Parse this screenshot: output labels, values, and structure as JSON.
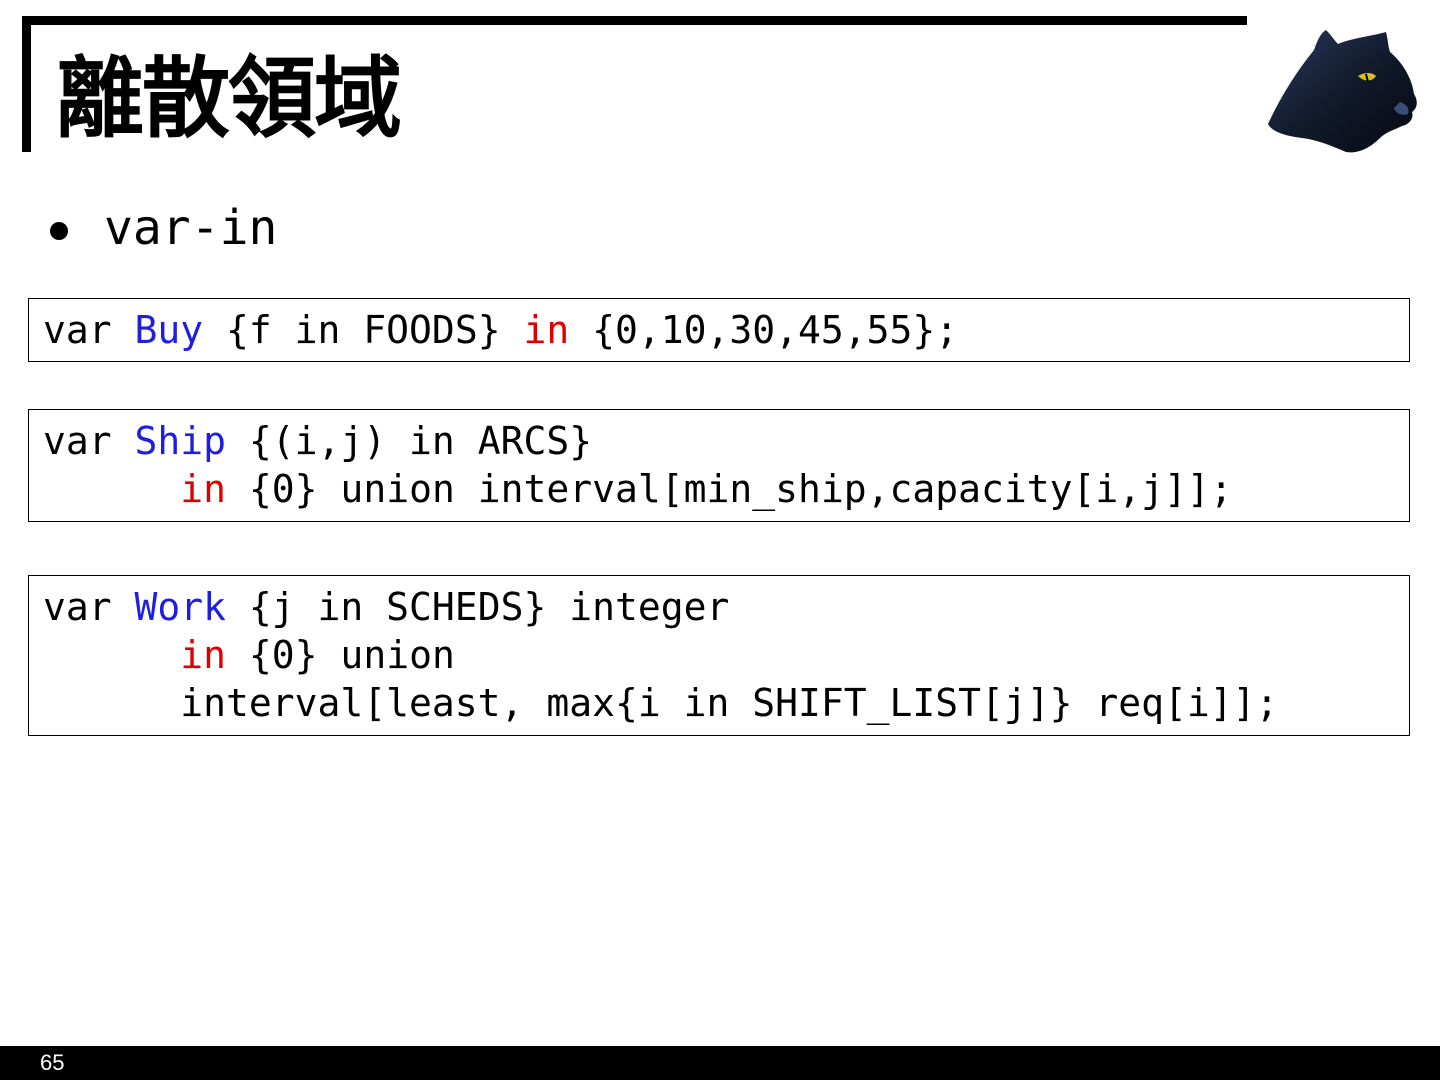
{
  "slide": {
    "title": "離散領域",
    "bullet": "var-in",
    "page_number": "65"
  },
  "code": {
    "box1": {
      "l1_a": "var ",
      "l1_name": "Buy",
      "l1_b": " {f in FOODS} ",
      "l1_in": "in",
      "l1_c": " {0,10,30,45,55};"
    },
    "box2": {
      "l1_a": "var ",
      "l1_name": "Ship",
      "l1_b": " {(i,j) in ARCS}",
      "l2_indent": "      ",
      "l2_in": "in",
      "l2_b": " {0} union interval[min_ship,capacity[i,j]];"
    },
    "box3": {
      "l1_a": "var ",
      "l1_name": "Work",
      "l1_b": " {j in SCHEDS} integer",
      "l2_indent": "      ",
      "l2_in": "in",
      "l2_b": " {0} union",
      "l3": "      interval[least, max{i in SHIFT_LIST[j]} req[i]];"
    }
  },
  "colors": {
    "variable_name": "#1f1fe0",
    "keyword_in": "#e00000"
  },
  "icons": {
    "logo": "black-panther-head-icon"
  }
}
